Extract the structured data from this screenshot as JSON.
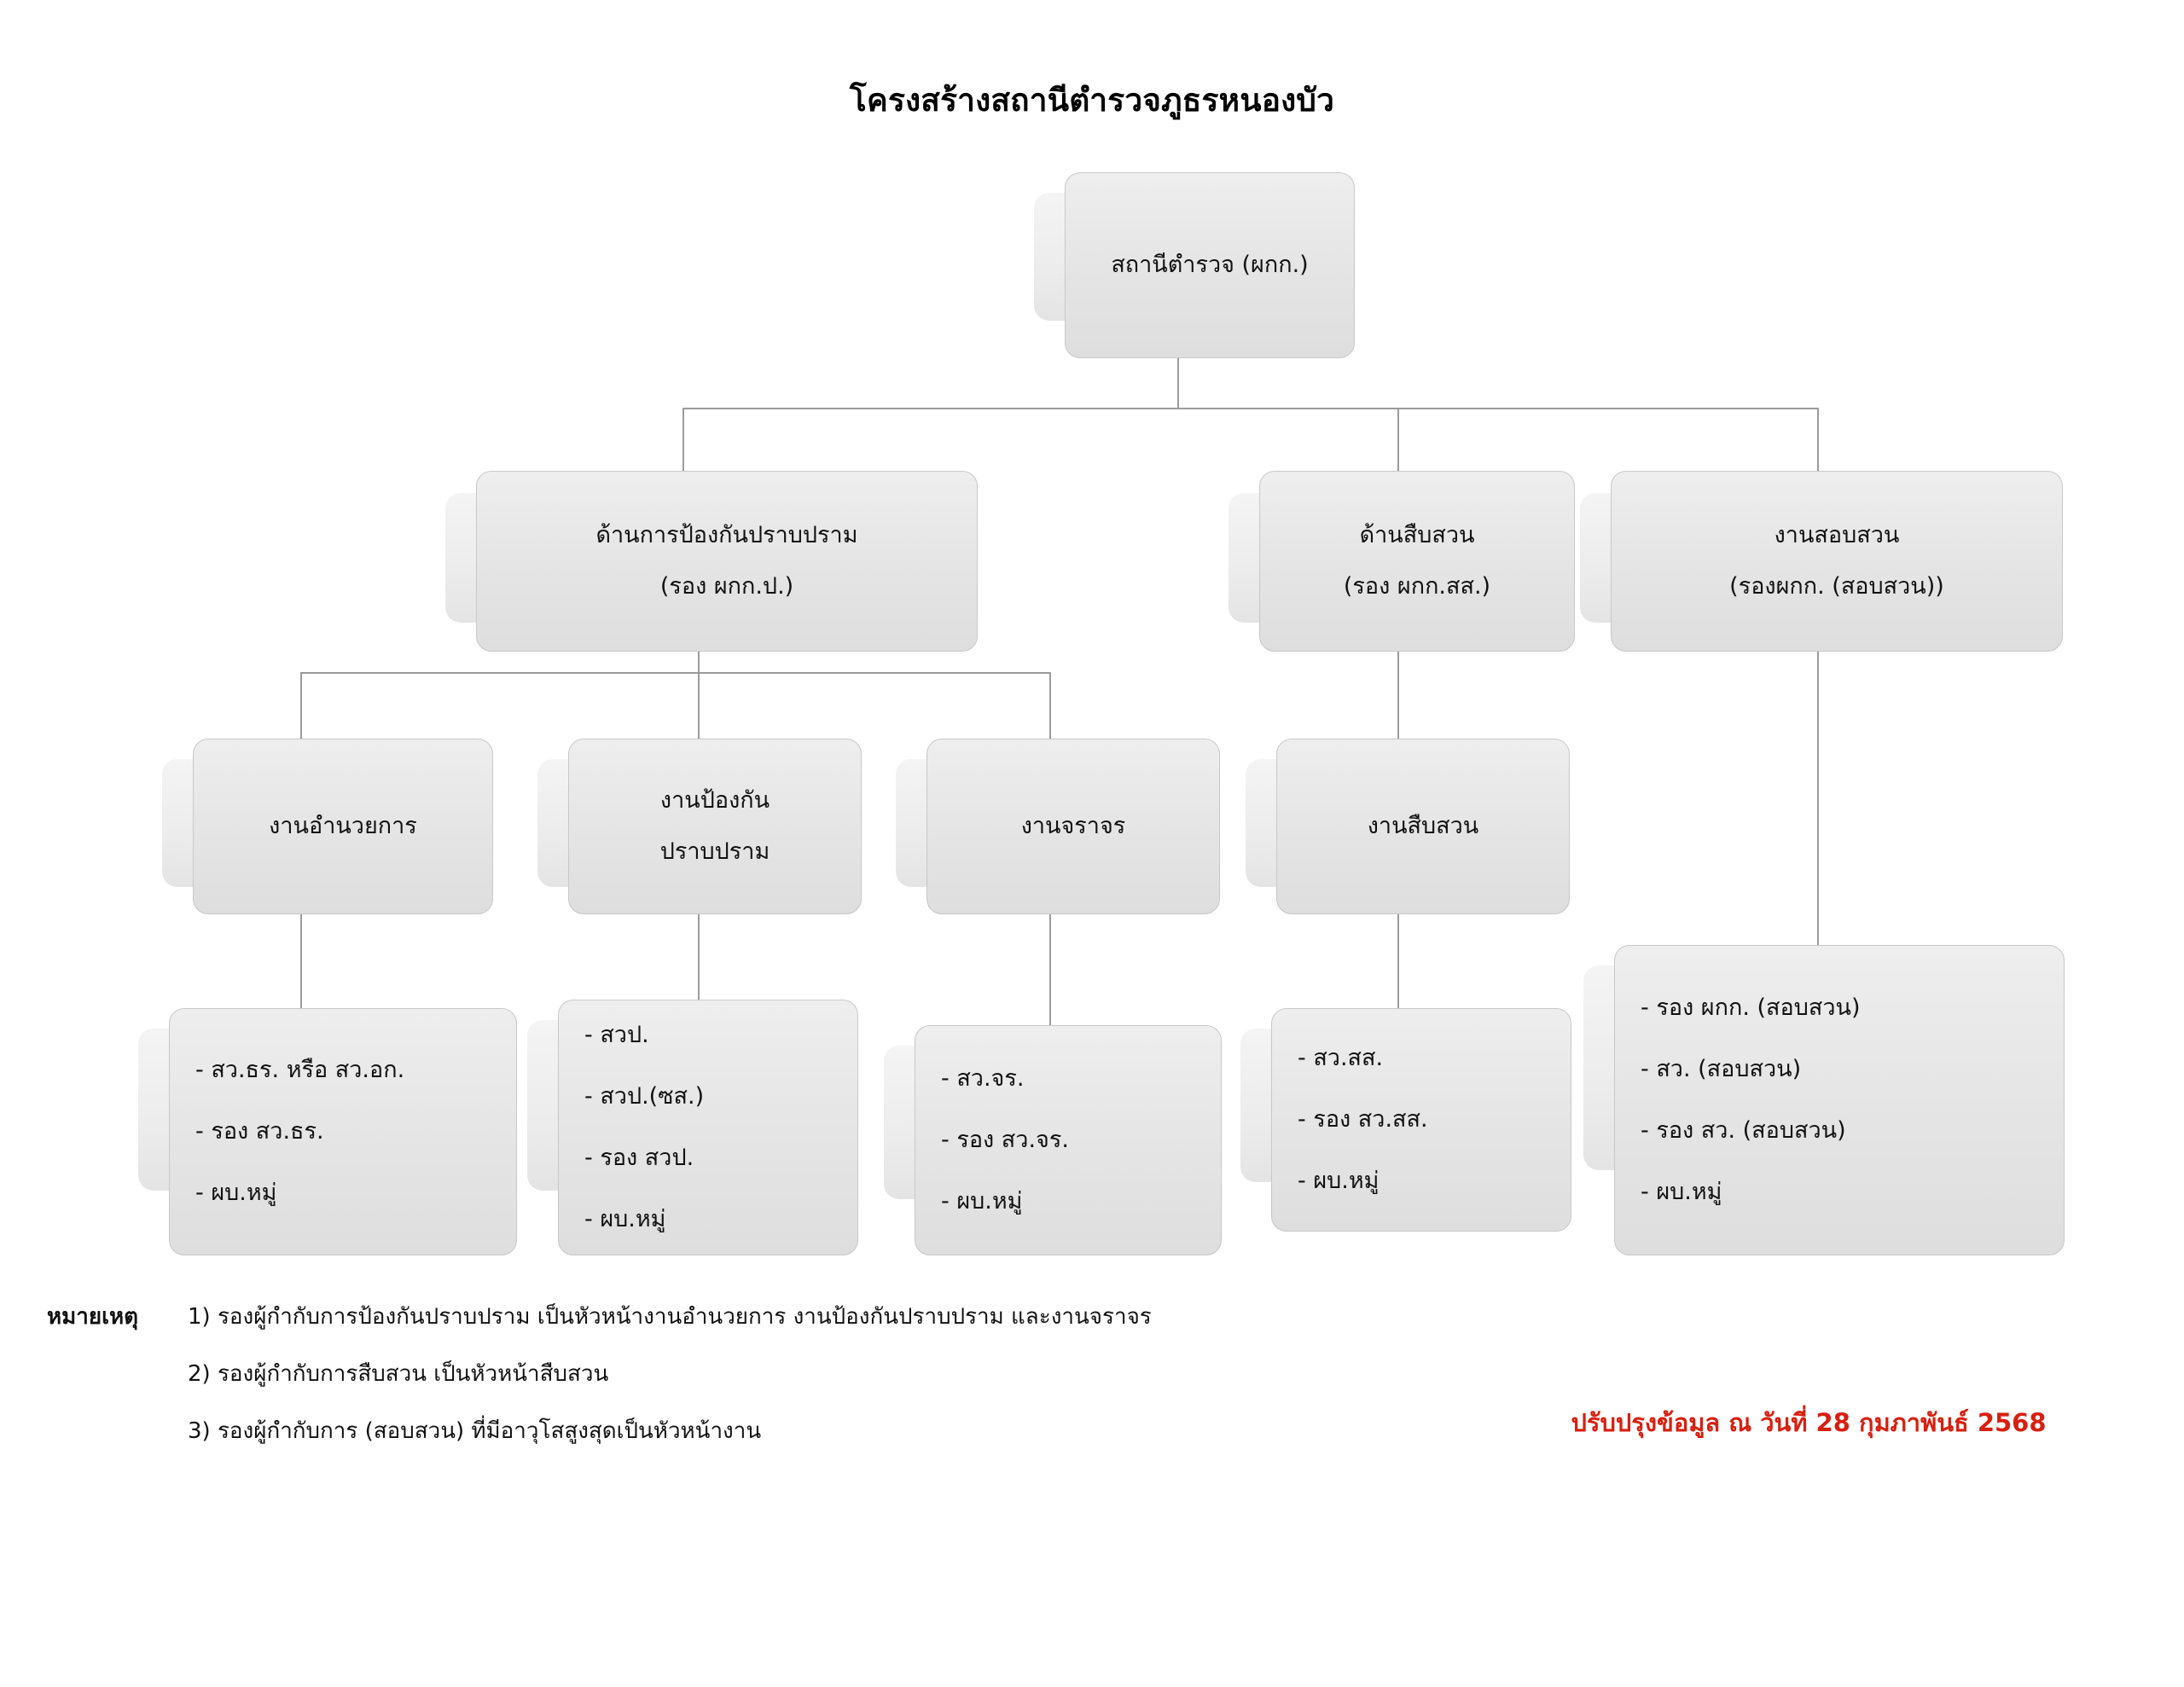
{
  "title": "โครงสร้างสถานีตำรวจภูธรหนองบัว",
  "nodes": {
    "root": {
      "line1": "สถานีตำรวจ (ผกก.)"
    },
    "branch_prevention": {
      "line1": "ด้านการป้องกันปราบปราม",
      "line2": "(รอง ผกก.ป.)"
    },
    "branch_investigation": {
      "line1": "ด้านสืบสวน",
      "line2": "(รอง ผกก.สส.)"
    },
    "branch_inquiry": {
      "line1": "งานสอบสวน",
      "line2": "(รองผกก. (สอบสวน))"
    },
    "unit_admin": {
      "line1": "งานอำนวยการ"
    },
    "unit_prevention": {
      "line1": "งานป้องกัน",
      "line2": "ปราบปราม"
    },
    "unit_traffic": {
      "line1": "งานจราจร"
    },
    "unit_investigation": {
      "line1": "งานสืบสวน"
    }
  },
  "staff_lists": {
    "admin": [
      "-  สว.ธร. หรือ สว.อก.",
      "-  รอง สว.ธร.",
      "-  ผบ.หมู่"
    ],
    "prevention": [
      "-  สวป.",
      "-  สวป.(ซส.)",
      "-  รอง สวป.",
      "-  ผบ.หมู่"
    ],
    "traffic": [
      "-  สว.จร.",
      "-  รอง สว.จร.",
      "-  ผบ.หมู่"
    ],
    "investigation": [
      "-  สว.สส.",
      "-  รอง สว.สส.",
      "-  ผบ.หมู่"
    ],
    "inquiry": [
      "-  รอง ผกก. (สอบสวน)",
      "-  สว. (สอบสวน)",
      "-  รอง สว. (สอบสวน)",
      "-  ผบ.หมู่"
    ]
  },
  "notes": {
    "label": "หมายเหตุ",
    "items": [
      "1) รองผู้กำกับการป้องกันปราบปราม เป็นหัวหน้างานอำนวยการ งานป้องกันปราบปราม และงานจราจร",
      "2) รองผู้กำกับการสืบสวน เป็นหัวหน้าสืบสวน",
      "3) รองผู้กำกับการ (สอบสวน) ที่มีอาวุโสสูงสุดเป็นหัวหน้างาน"
    ]
  },
  "updated_text": "ปรับปรุงข้อมูล ณ วันที่ 28 กุมภาพันธ์ 2568",
  "colors": {
    "box_fill": "#e3e3e3",
    "box_border": "#c8c8c8",
    "connector": "#9b9b9b",
    "updated_red": "#d81f10",
    "text": "#111111"
  }
}
